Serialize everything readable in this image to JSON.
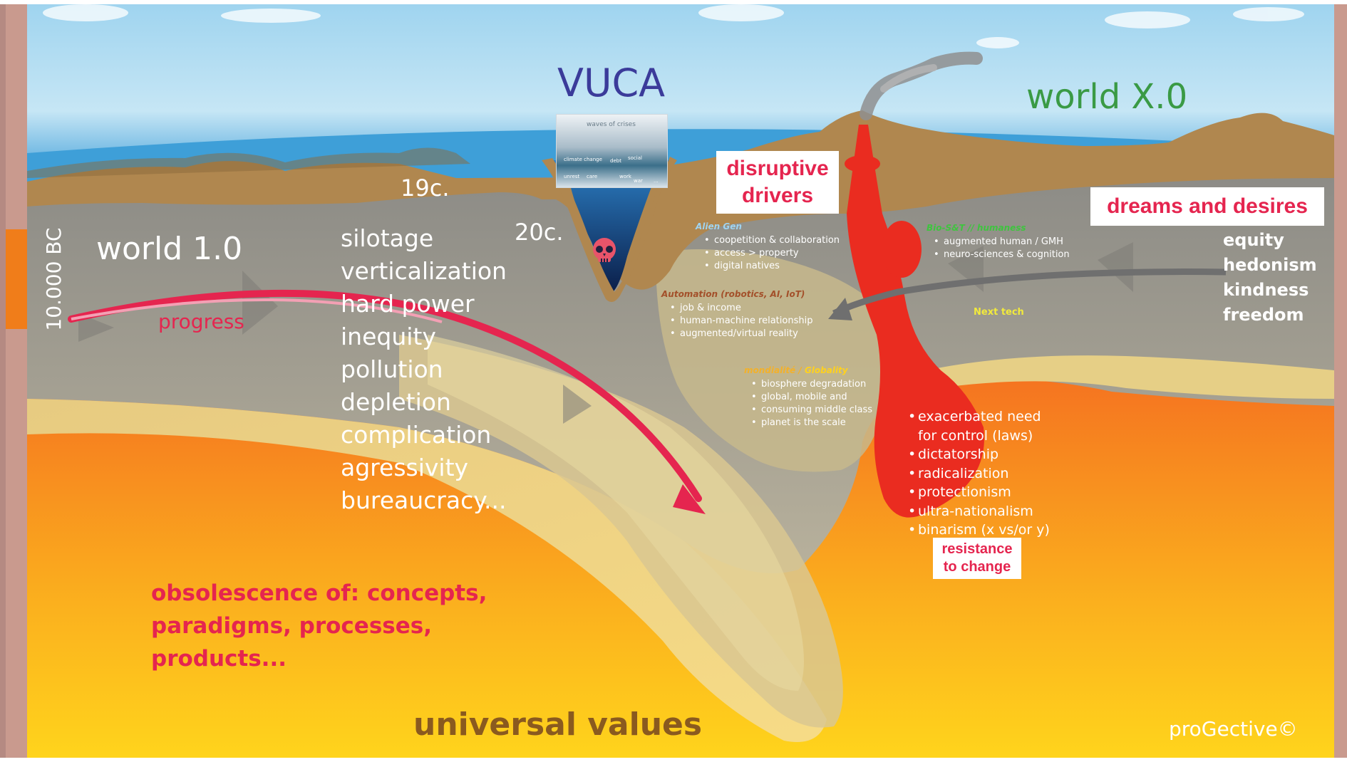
{
  "title": "VUCA",
  "timeline_label": "10.000 BC",
  "world_left": "world 1.0",
  "world_right": "world X.0",
  "progress_label": "progress",
  "eras": {
    "c19": "19c.",
    "c20": "20c."
  },
  "old_paradigm": [
    "silotage",
    "verticalization",
    "hard power",
    "inequity",
    "pollution",
    "depletion",
    "complication",
    "agressivity",
    "bureaucracy..."
  ],
  "waves_image": {
    "caption": "waves of crises",
    "words": [
      "climate change",
      "debt",
      "social",
      "unrest",
      "care",
      "work",
      "war",
      "..."
    ]
  },
  "skull_icon": "skull-icon",
  "disruptive_drivers": "disruptive drivers",
  "drivers": {
    "alien_gen": {
      "title": "Alien Gen",
      "items": [
        "coopetition & collaboration",
        "access > property",
        "digital natives"
      ]
    },
    "automation": {
      "title": "Automation (robotics, AI, IoT)",
      "items": [
        "job & income",
        "human-machine relationship",
        "augmented/virtual reality"
      ]
    },
    "globality": {
      "title_a": "mondialité / ",
      "title_b": "Globality",
      "items": [
        "biosphere degradation",
        "global, mobile and",
        "consuming middle class",
        "planet is the scale"
      ]
    },
    "bio": {
      "title": "Bio-S&T // humaness",
      "items": [
        "augmented human / GMH",
        "neuro-sciences & cognition"
      ]
    },
    "next_tech": "Next tech"
  },
  "dreams_label": "dreams and desires",
  "dreams": [
    "equity",
    "hedonism",
    "kindness",
    "freedom"
  ],
  "resistance_items": [
    "exacerbated need",
    "for control (laws)",
    "dictatorship",
    "radicalization",
    "protectionism",
    "ultra-nationalism",
    "binarism (x vs/or y)"
  ],
  "resistance_label_1": "resistance",
  "resistance_label_2": "to change",
  "obsolescence": [
    "obsolescence of: concepts,",
    "paradigms, processes,",
    "products..."
  ],
  "universal_values": "universal values",
  "copyright": "proGective©",
  "colors": {
    "sky": "#5cb6e0",
    "crust": "#b0874f",
    "mantle_gray": "#9e9a8a",
    "magma": "#ef4a22",
    "core": "#ffc21a",
    "accent_red": "#e5254f",
    "title_blue": "#3b3b9a",
    "world_green": "#3a9a45"
  }
}
